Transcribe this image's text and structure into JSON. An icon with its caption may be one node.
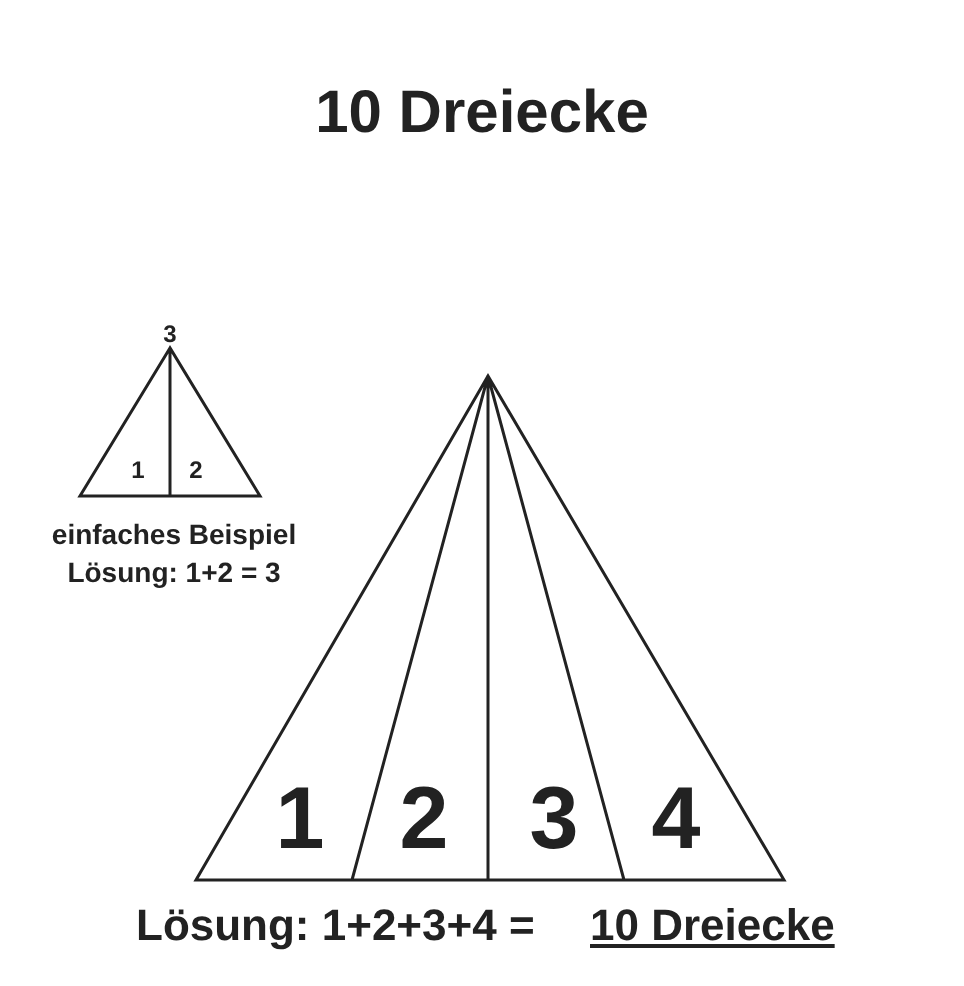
{
  "diagram": {
    "title": "10 Dreiecke",
    "labels": [
      "3",
      "1",
      "2",
      "einfaches Beispiel",
      "Lösung: 1+2 = 3",
      "1",
      "2",
      "3",
      "4",
      "Lösung: 1+2+3+4 =",
      "10 Dreiecke"
    ]
  }
}
